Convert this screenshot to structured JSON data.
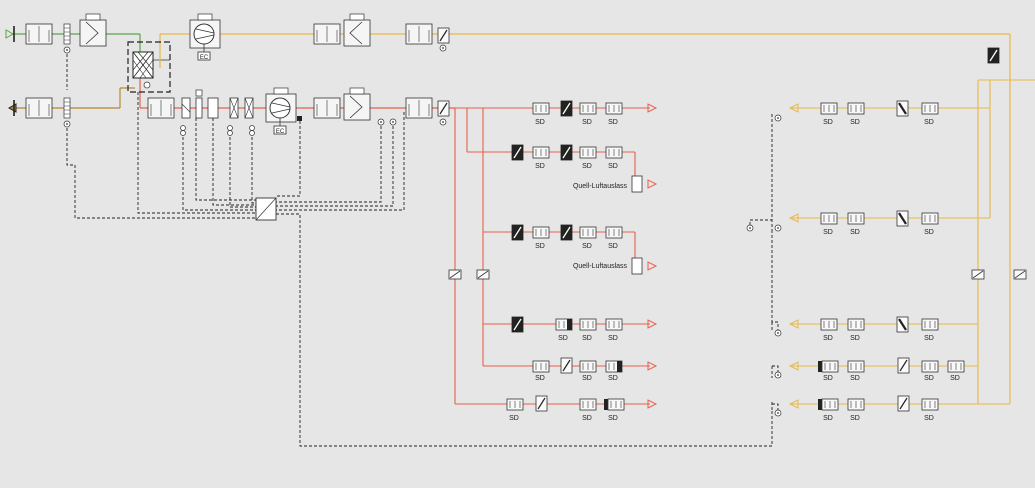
{
  "labels": {
    "sd": "SD",
    "quell_outlet": "Quell-Luftauslass",
    "ec": "EC"
  },
  "colors": {
    "background": "#e6e6e6",
    "supply_duct": "#e8604c",
    "exhaust_duct": "#e8b84a",
    "outdoor_air": "#5aa64b",
    "exhaust_air": "#b5862c",
    "control_line": "#222222"
  },
  "icons": [
    "filter-icon",
    "fan-icon",
    "heat-exchanger-icon",
    "damper-icon",
    "volume-flow-controller-icon",
    "silencer-icon",
    "air-outlet-icon",
    "flow-arrow-icon",
    "sensor-icon",
    "control-unit-icon"
  ]
}
